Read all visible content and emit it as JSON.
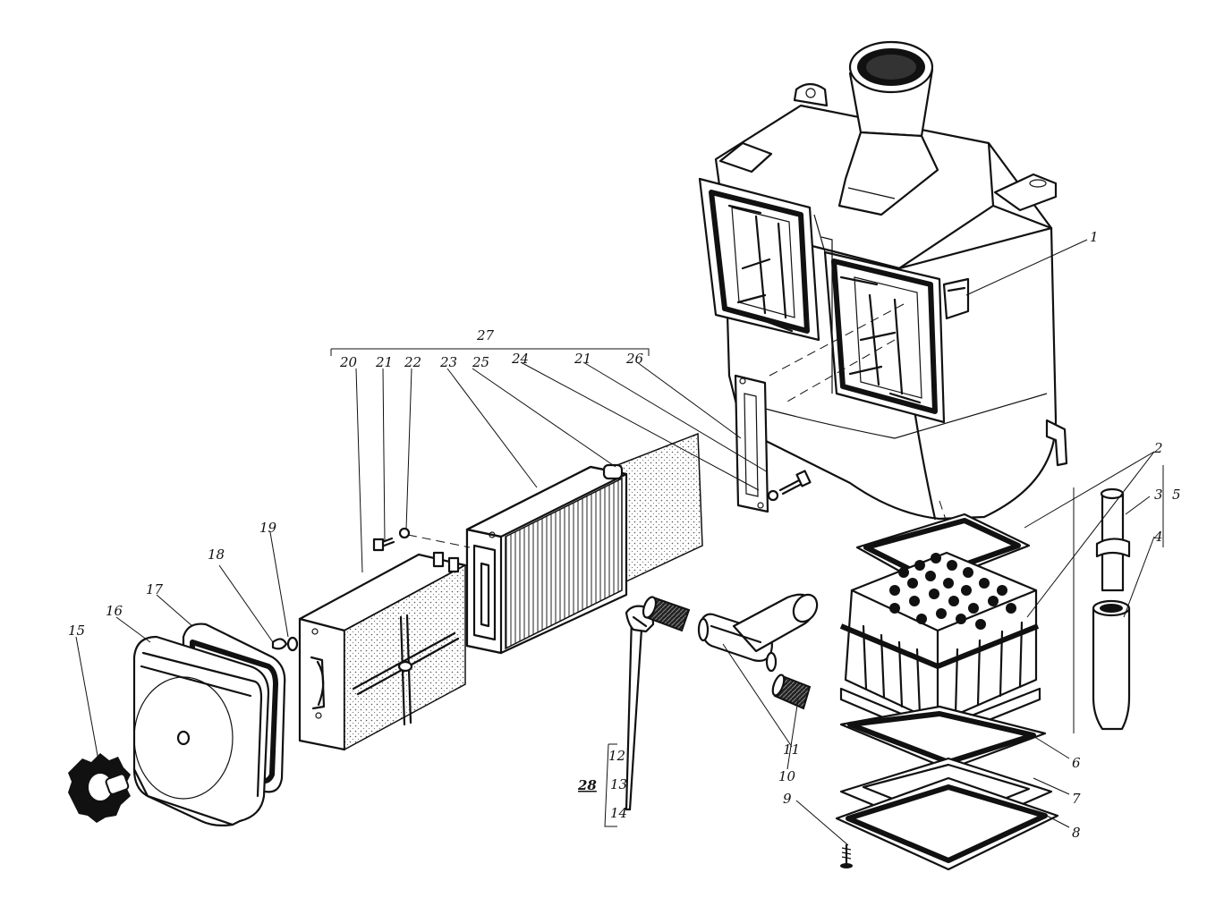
{
  "labels": {
    "p1": "1",
    "p2": "2",
    "p3": "3",
    "p4": "4",
    "p5": "5",
    "p6": "6",
    "p7": "7",
    "p8": "8",
    "p9": "9",
    "p10": "10",
    "p11": "11",
    "p12": "12",
    "p13": "13",
    "p14": "14",
    "p15": "15",
    "p16": "16",
    "p17": "17",
    "p18": "18",
    "p19": "19",
    "p20": "20",
    "p21a": "21",
    "p22": "22",
    "p23": "23",
    "p25": "25",
    "p24": "24",
    "p21b": "21",
    "p26": "26",
    "p27": "27",
    "p28": "28"
  }
}
